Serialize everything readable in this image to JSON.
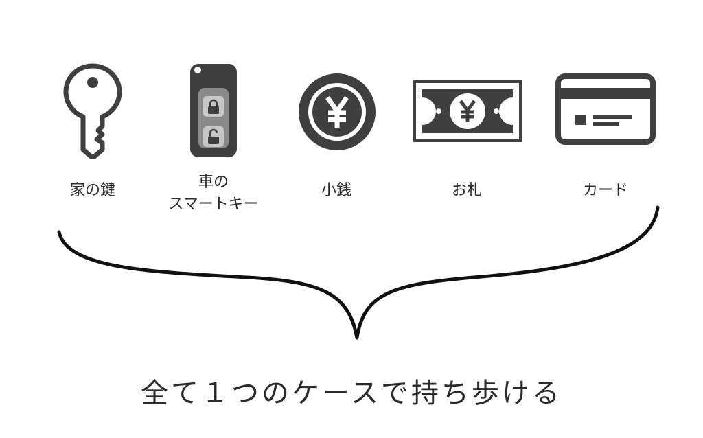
{
  "items": [
    {
      "label": "家の鍵",
      "icon": "house-key-icon"
    },
    {
      "label_line1": "車の",
      "label_line2": "スマートキー",
      "icon": "car-smart-key-icon"
    },
    {
      "label": "小銭",
      "icon": "yen-coin-icon"
    },
    {
      "label": "お札",
      "icon": "yen-banknote-icon"
    },
    {
      "label": "カード",
      "icon": "credit-card-icon"
    }
  ],
  "caption": "全て１つのケースで持ち歩ける",
  "colors": {
    "icon_dark": "#3f3f3f",
    "icon_mid": "#8a8a8a",
    "icon_light": "#c7c7c7",
    "text": "#2a2a2a",
    "brace": "#111111"
  }
}
